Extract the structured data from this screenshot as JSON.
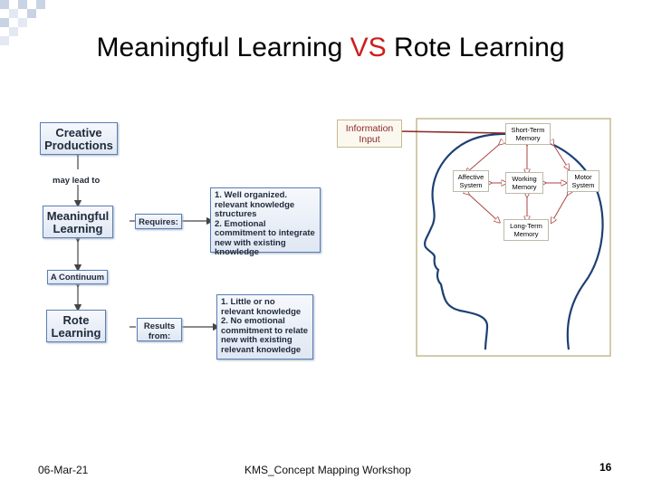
{
  "slide": {
    "title_part1": "Meaningful Learning ",
    "title_vs": "VS",
    "title_part2": " Rote Learning",
    "accent_color": "#cc1f1f"
  },
  "concept_map": {
    "creative_productions": "Creative Productions",
    "may_lead_to": "may lead to",
    "meaningful_learning": "Meaningful Learning",
    "requires": "Requires:",
    "requires_list": "1. Well organized. relevant knowledge structures\n2. Emotional commitment to integrate new with existing knowledge",
    "a_continuum": "A Continuum",
    "rote_learning": "Rote Learning",
    "results_from": "Results from:",
    "results_list": "1. Little or no relevant knowledge\n2. No emotional commitment to relate new with existing relevant knowledge"
  },
  "memory_diagram": {
    "information_input": "Information Input",
    "short_term_memory": "Short-Term Memory",
    "affective_system": "Affective System",
    "working_memory": "Working Memory",
    "motor_system": "Motor System",
    "long_term_memory": "Long-Term Memory"
  },
  "footer": {
    "date": "06-Mar-21",
    "workshop": "KMS_Concept Mapping Workshop",
    "page": "16"
  }
}
